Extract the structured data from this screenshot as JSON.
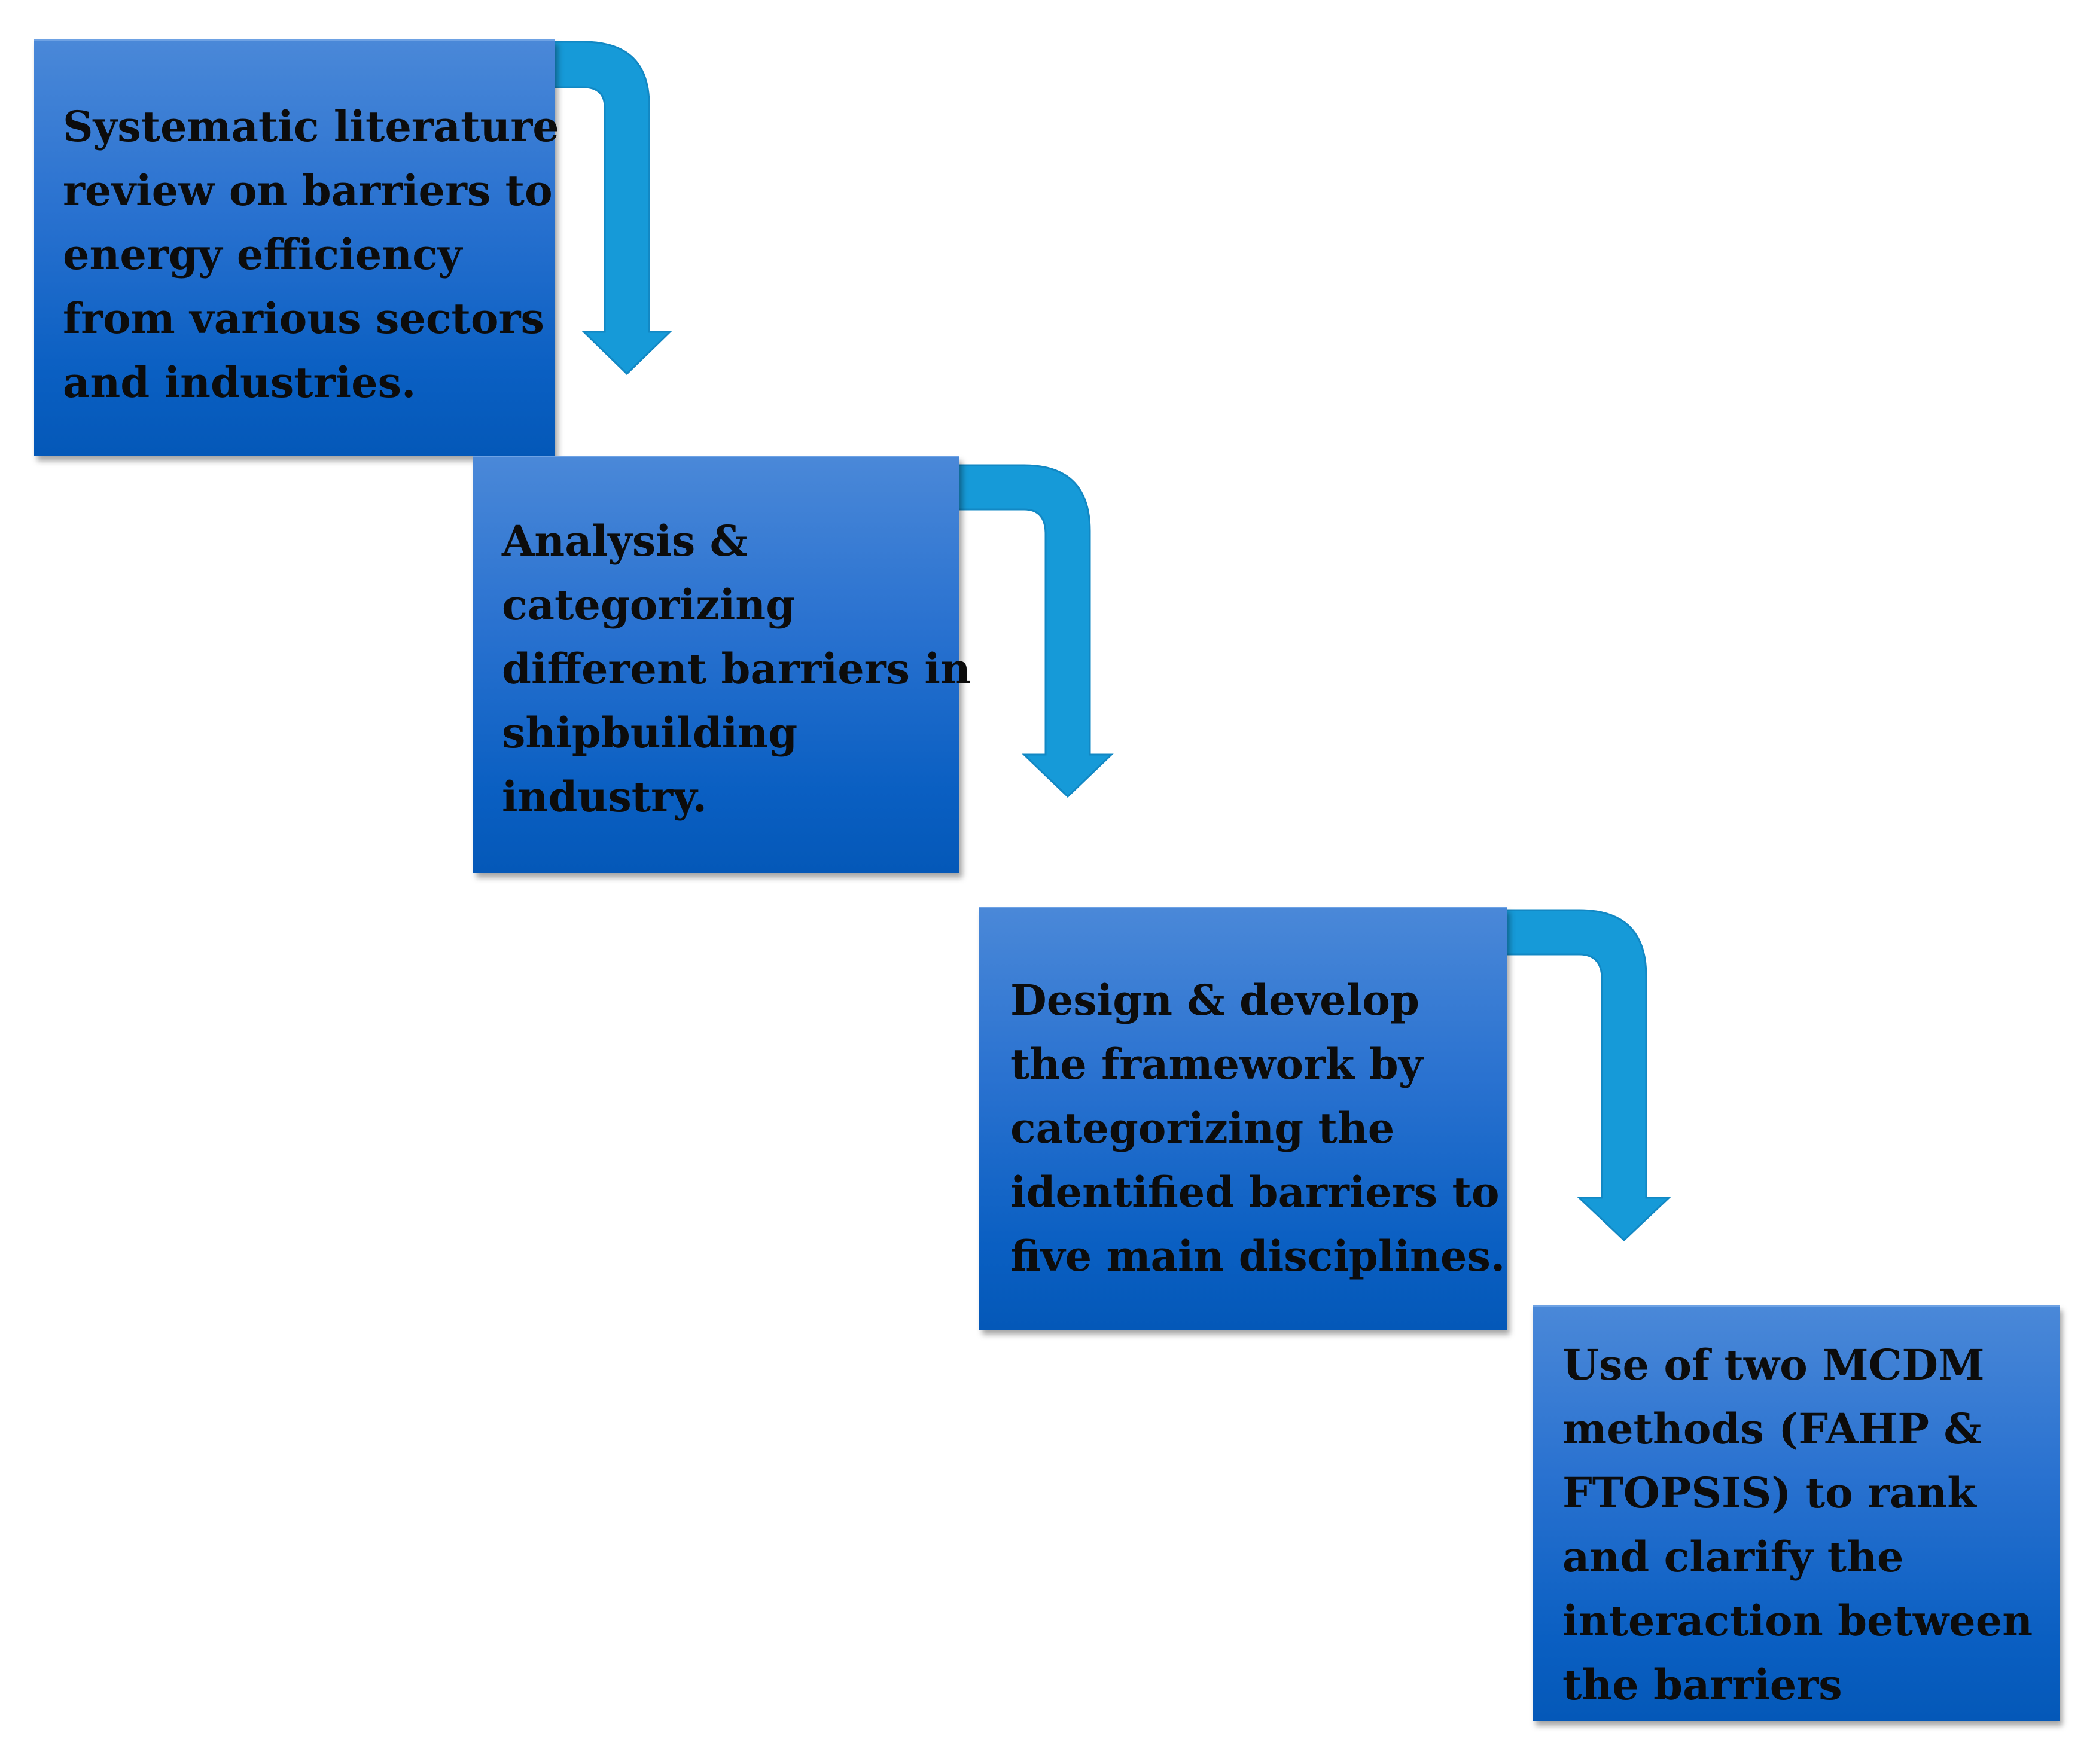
{
  "steps": [
    {
      "id": "literature-review",
      "lines": [
        "Systematic literature",
        "review on barriers to",
        "energy efficiency",
        "from various sectors",
        "and industries."
      ]
    },
    {
      "id": "analysis-categorizing",
      "lines": [
        "Analysis &",
        "categorizing",
        "different barriers in",
        "shipbuilding",
        "industry."
      ]
    },
    {
      "id": "design-framework",
      "lines": [
        "Design & develop",
        "the framework by",
        "categorizing the",
        "identified barriers to",
        "five main disciplines."
      ]
    },
    {
      "id": "mcdm-methods",
      "lines": [
        "Use of two MCDM",
        "methods (FAHP &",
        "FTOPSIS) to rank",
        "and clarify the",
        "interaction between",
        "the barriers"
      ]
    }
  ],
  "colors": {
    "box_top": "#4a88d8",
    "box_bottom": "#0458b8",
    "arrow": "#169ad8",
    "text": "#0c0c0c"
  }
}
